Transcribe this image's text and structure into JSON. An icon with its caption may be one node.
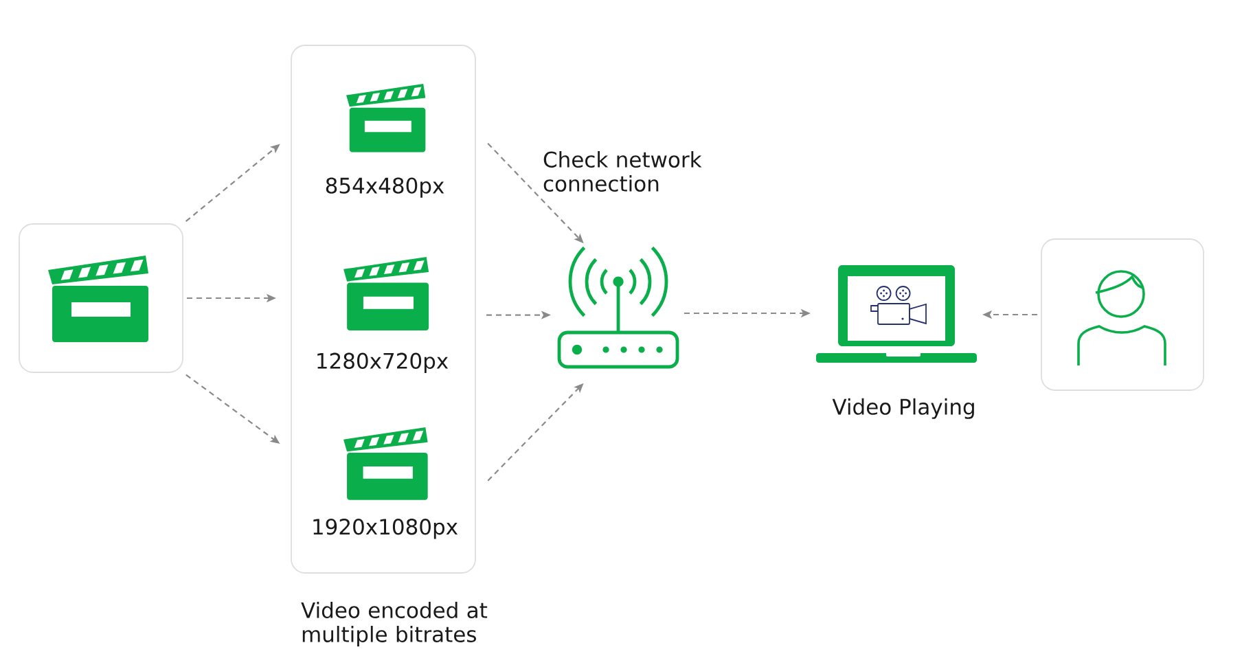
{
  "diagram": {
    "nodes": [
      {
        "text": [],
        "shape": "box"
      },
      {
        "text": [
          "Video encoded at multiple bitrates"
        ]
      },
      {
        "text": [
          "854x480px"
        ],
        "in": 1
      },
      {
        "text": [
          "1280x720px"
        ],
        "in": 1
      },
      {
        "text": [
          "1920x1080px"
        ],
        "in": 1
      },
      {
        "text": [],
        "shape": "picture",
        "beside": [
          "Check network connection"
        ]
      },
      {
        "text": [],
        "shape": "picture",
        "beside": [
          "Video Playing"
        ]
      },
      {
        "text": [],
        "shape": "box"
      }
    ],
    "edges": [
      {
        "from": 0,
        "to": 2,
        "arrow": "to",
        "style": "dashed"
      },
      {
        "from": 0,
        "to": 3,
        "arrow": "to",
        "style": "dashed"
      },
      {
        "from": 0,
        "to": 4,
        "arrow": "to",
        "style": "dashed"
      },
      {
        "from": 2,
        "to": 5,
        "arrow": "to",
        "style": "dashed"
      },
      {
        "from": 3,
        "to": 5,
        "arrow": "to",
        "style": "dashed"
      },
      {
        "from": 4,
        "to": 5,
        "arrow": "to",
        "style": "dashed"
      },
      {
        "from": 5,
        "to": 6,
        "arrow": "to",
        "style": "dashed"
      },
      {
        "from": 7,
        "to": 6,
        "arrow": "to",
        "style": "dashed"
      }
    ]
  }
}
